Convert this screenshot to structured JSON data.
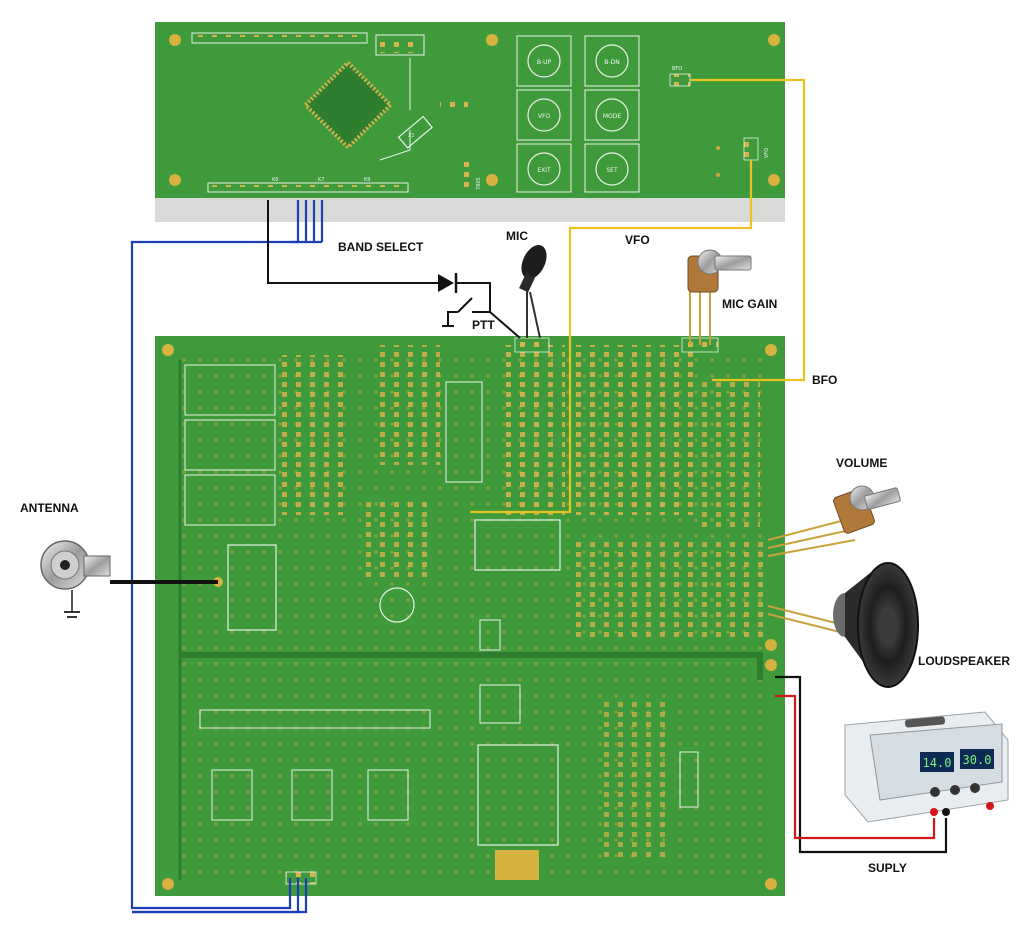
{
  "labels": {
    "band_select": "BAND SELECT",
    "mic": "MIC",
    "vfo": "VFO",
    "mic_gain": "MIC GAIN",
    "bfo": "BFO",
    "ptt": "PTT",
    "antenna": "ANTENNA",
    "volume": "VOLUME",
    "loudspeaker": "LOUDSPEAKER",
    "supply": "SUPLY"
  },
  "control_board": {
    "buttons": [
      "B-UP",
      "B-DN",
      "VFO",
      "MODE",
      "EXIT",
      "SET"
    ],
    "silk": {
      "bfo": "BFO",
      "vfo": "VFO",
      "reg": "7805",
      "x1": "X1",
      "k6": "K6",
      "k7": "K7",
      "k9": "K9"
    }
  },
  "power_supply": {
    "voltage": "14.0",
    "current": "30.0"
  },
  "colors": {
    "pcb": "#3f9a3c",
    "pcb_dark": "#2f7d2e",
    "wire_blue": "#1c3fb8",
    "wire_yellow": "#e8c220",
    "wire_red": "#d01818",
    "wire_black": "#111111"
  }
}
